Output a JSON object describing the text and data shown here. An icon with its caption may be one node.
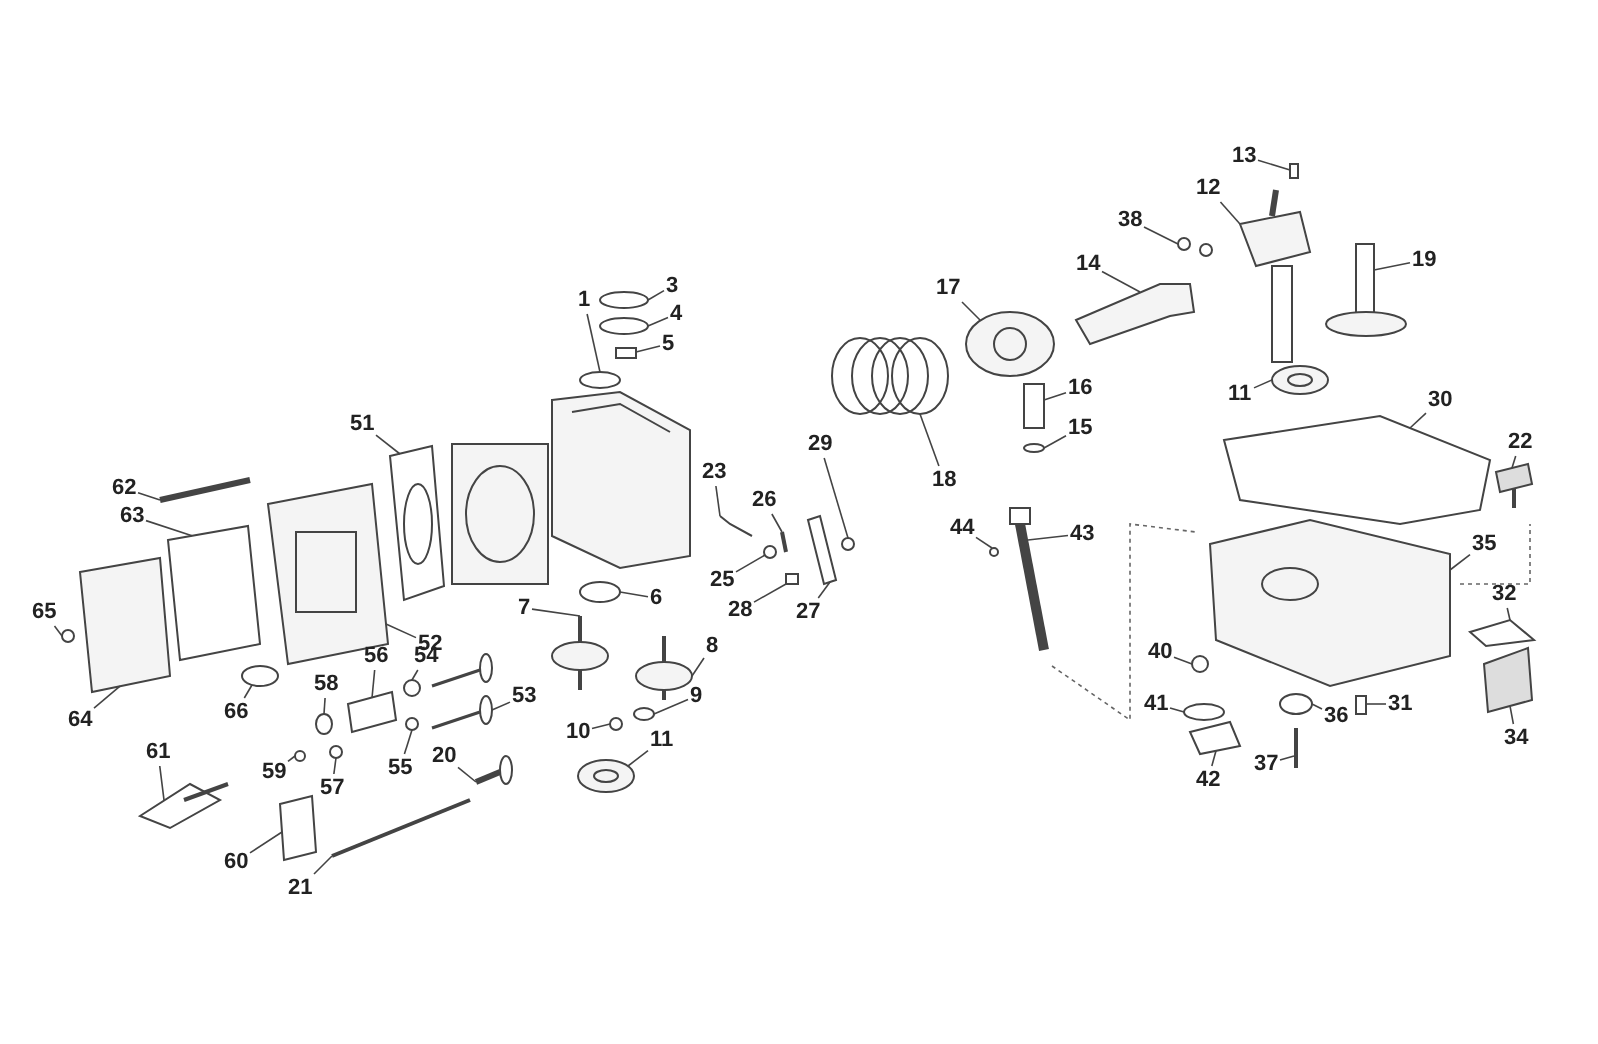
{
  "diagram": {
    "nodes": [
      {
        "text": [
          "1"
        ]
      },
      {
        "text": [
          "3"
        ]
      },
      {
        "text": [
          "4"
        ]
      },
      {
        "text": [
          "5"
        ]
      },
      {
        "text": [
          "6"
        ]
      },
      {
        "text": [
          "7"
        ]
      },
      {
        "text": [
          "8"
        ]
      },
      {
        "text": [
          "9"
        ]
      },
      {
        "text": [
          "10"
        ]
      },
      {
        "text": [
          "11"
        ]
      },
      {
        "text": [
          "12"
        ]
      },
      {
        "text": [
          "13"
        ]
      },
      {
        "text": [
          "14"
        ]
      },
      {
        "text": [
          "15"
        ]
      },
      {
        "text": [
          "16"
        ]
      },
      {
        "text": [
          "17"
        ]
      },
      {
        "text": [
          "18"
        ]
      },
      {
        "text": [
          "19"
        ]
      },
      {
        "text": [
          "20"
        ]
      },
      {
        "text": [
          "21"
        ]
      },
      {
        "text": [
          "22"
        ]
      },
      {
        "text": [
          "23"
        ]
      },
      {
        "text": [
          "25"
        ]
      },
      {
        "text": [
          "26"
        ]
      },
      {
        "text": [
          "27"
        ]
      },
      {
        "text": [
          "28"
        ]
      },
      {
        "text": [
          "29"
        ]
      },
      {
        "text": [
          "30"
        ]
      },
      {
        "text": [
          "31"
        ]
      },
      {
        "text": [
          "32"
        ]
      },
      {
        "text": [
          "34"
        ]
      },
      {
        "text": [
          "35"
        ]
      },
      {
        "text": [
          "36"
        ]
      },
      {
        "text": [
          "37"
        ]
      },
      {
        "text": [
          "38"
        ]
      },
      {
        "text": [
          "40"
        ]
      },
      {
        "text": [
          "41"
        ]
      },
      {
        "text": [
          "42"
        ]
      },
      {
        "text": [
          "43"
        ]
      },
      {
        "text": [
          "44"
        ]
      },
      {
        "text": [
          "51"
        ]
      },
      {
        "text": [
          "52"
        ]
      },
      {
        "text": [
          "53"
        ]
      },
      {
        "text": [
          "54"
        ]
      },
      {
        "text": [
          "55"
        ]
      },
      {
        "text": [
          "56"
        ]
      },
      {
        "text": [
          "57"
        ]
      },
      {
        "text": [
          "58"
        ]
      },
      {
        "text": [
          "59"
        ]
      },
      {
        "text": [
          "60"
        ]
      },
      {
        "text": [
          "61"
        ]
      },
      {
        "text": [
          "62"
        ]
      },
      {
        "text": [
          "63"
        ]
      },
      {
        "text": [
          "64"
        ]
      },
      {
        "text": [
          "65"
        ]
      },
      {
        "text": [
          "66"
        ]
      },
      {
        "text": [
          "11"
        ]
      },
      {
        "text": [],
        "shape": "circle"
      },
      {
        "text": [],
        "shape": "circle"
      },
      {
        "text": [],
        "shape": "circle"
      },
      {
        "text": [],
        "shape": "box"
      },
      {
        "text": [],
        "shape": "circle"
      },
      {
        "text": [],
        "shape": "picture"
      },
      {
        "text": [],
        "shape": "picture"
      },
      {
        "text": [],
        "shape": "circle"
      },
      {
        "text": [],
        "shape": "circle"
      },
      {
        "text": [],
        "shape": "picture"
      },
      {
        "text": [],
        "shape": "picture"
      },
      {
        "text": [],
        "shape": "box"
      },
      {
        "text": [],
        "shape": "picture"
      },
      {
        "text": [],
        "shape": "circle"
      },
      {
        "text": [],
        "shape": "box"
      },
      {
        "text": [],
        "shape": "picture"
      },
      {
        "text": [],
        "shape": "picture"
      },
      {
        "text": [],
        "shape": "picture"
      },
      {
        "text": [],
        "shape": "picture"
      },
      {
        "text": [],
        "shape": "picture"
      },
      {
        "text": [],
        "shape": "picture"
      },
      {
        "text": [],
        "shape": "picture"
      },
      {
        "text": [],
        "shape": "circle"
      },
      {
        "text": [],
        "shape": "picture"
      },
      {
        "text": [],
        "shape": "picture"
      },
      {
        "text": [],
        "shape": "box"
      },
      {
        "text": [],
        "shape": "circle"
      },
      {
        "text": [],
        "shape": "picture"
      },
      {
        "text": [],
        "shape": "box"
      },
      {
        "text": [],
        "shape": "picture"
      },
      {
        "text": [],
        "shape": "picture"
      },
      {
        "text": [],
        "shape": "picture"
      },
      {
        "text": [],
        "shape": "circle"
      },
      {
        "text": [],
        "shape": "picture"
      },
      {
        "text": [],
        "shape": "picture"
      },
      {
        "text": [],
        "shape": "circle"
      },
      {
        "text": [],
        "shape": "circle"
      },
      {
        "text": [],
        "shape": "picture"
      },
      {
        "text": [],
        "shape": "picture"
      },
      {
        "text": [],
        "shape": "circle"
      },
      {
        "text": [],
        "shape": "picture"
      },
      {
        "text": [],
        "shape": "picture"
      },
      {
        "text": [],
        "shape": "picture"
      },
      {
        "text": [],
        "shape": "circle"
      },
      {
        "text": [],
        "shape": "circle"
      },
      {
        "text": [],
        "shape": "picture"
      },
      {
        "text": [],
        "shape": "circle"
      },
      {
        "text": [],
        "shape": "circle"
      },
      {
        "text": [],
        "shape": "circle"
      },
      {
        "text": [],
        "shape": "picture"
      },
      {
        "text": [],
        "shape": "picture"
      },
      {
        "text": [],
        "shape": "picture"
      },
      {
        "text": [],
        "shape": "picture"
      },
      {
        "text": [],
        "shape": "picture"
      },
      {
        "text": [],
        "shape": "circle"
      },
      {
        "text": [],
        "shape": "circle"
      },
      {
        "text": [],
        "shape": "picture"
      },
      {
        "text": [],
        "shape": "picture"
      }
    ],
    "edges": [
      {
        "from": 0,
        "to": 57,
        "arrow": "none"
      },
      {
        "from": 1,
        "to": 58,
        "arrow": "none"
      },
      {
        "from": 2,
        "to": 59,
        "arrow": "none"
      },
      {
        "from": 3,
        "to": 60,
        "arrow": "none"
      },
      {
        "from": 4,
        "to": 61,
        "arrow": "none"
      },
      {
        "from": 5,
        "to": 62,
        "arrow": "none"
      },
      {
        "from": 6,
        "to": 63,
        "arrow": "none"
      },
      {
        "from": 7,
        "to": 64,
        "arrow": "none"
      },
      {
        "from": 8,
        "to": 65,
        "arrow": "none"
      },
      {
        "from": 9,
        "to": 66,
        "arrow": "none"
      },
      {
        "from": 10,
        "to": 67,
        "arrow": "none"
      },
      {
        "from": 11,
        "to": 68,
        "arrow": "none"
      },
      {
        "from": 12,
        "to": 69,
        "arrow": "none"
      },
      {
        "from": 13,
        "to": 70,
        "arrow": "none"
      },
      {
        "from": 14,
        "to": 71,
        "arrow": "none"
      },
      {
        "from": 15,
        "to": 72,
        "arrow": "none"
      },
      {
        "from": 16,
        "to": 73,
        "arrow": "none"
      },
      {
        "from": 17,
        "to": 74,
        "arrow": "none"
      },
      {
        "from": 18,
        "to": 75,
        "arrow": "none"
      },
      {
        "from": 19,
        "to": 76,
        "arrow": "none"
      },
      {
        "from": 20,
        "to": 77,
        "arrow": "none"
      },
      {
        "from": 21,
        "to": 78,
        "arrow": "none"
      },
      {
        "from": 22,
        "to": 79,
        "arrow": "none"
      },
      {
        "from": 23,
        "to": 80,
        "arrow": "none"
      },
      {
        "from": 24,
        "to": 81,
        "arrow": "none"
      },
      {
        "from": 25,
        "to": 82,
        "arrow": "none"
      },
      {
        "from": 26,
        "to": 83,
        "arrow": "none"
      },
      {
        "from": 27,
        "to": 84,
        "arrow": "none"
      },
      {
        "from": 28,
        "to": 85,
        "arrow": "none"
      },
      {
        "from": 29,
        "to": 86,
        "arrow": "none"
      },
      {
        "from": 30,
        "to": 87,
        "arrow": "none"
      },
      {
        "from": 31,
        "to": 88,
        "arrow": "none"
      },
      {
        "from": 32,
        "to": 89,
        "arrow": "none"
      },
      {
        "from": 33,
        "to": 90,
        "arrow": "none"
      },
      {
        "from": 34,
        "to": 91,
        "arrow": "none"
      },
      {
        "from": 35,
        "to": 92,
        "arrow": "none"
      },
      {
        "from": 36,
        "to": 93,
        "arrow": "none"
      },
      {
        "from": 37,
        "to": 94,
        "arrow": "none"
      },
      {
        "from": 38,
        "to": 95,
        "arrow": "none"
      },
      {
        "from": 39,
        "to": 96,
        "arrow": "none"
      },
      {
        "from": 40,
        "to": 97,
        "arrow": "none"
      },
      {
        "from": 41,
        "to": 98,
        "arrow": "none"
      },
      {
        "from": 42,
        "to": 99,
        "arrow": "none"
      },
      {
        "from": 43,
        "to": 100,
        "arrow": "none"
      },
      {
        "from": 44,
        "to": 101,
        "arrow": "none"
      },
      {
        "from": 45,
        "to": 102,
        "arrow": "none"
      },
      {
        "from": 46,
        "to": 103,
        "arrow": "none"
      },
      {
        "from": 47,
        "to": 104,
        "arrow": "none"
      },
      {
        "from": 48,
        "to": 105,
        "arrow": "none"
      },
      {
        "from": 49,
        "to": 106,
        "arrow": "none"
      },
      {
        "from": 50,
        "to": 107,
        "arrow": "none"
      },
      {
        "from": 51,
        "to": 108,
        "arrow": "none"
      },
      {
        "from": 52,
        "to": 109,
        "arrow": "none"
      },
      {
        "from": 53,
        "to": 110,
        "arrow": "none"
      },
      {
        "from": 54,
        "to": 111,
        "arrow": "none"
      },
      {
        "from": 55,
        "to": 112,
        "arrow": "none"
      },
      {
        "from": 56,
        "to": 113,
        "arrow": "none"
      }
    ]
  }
}
